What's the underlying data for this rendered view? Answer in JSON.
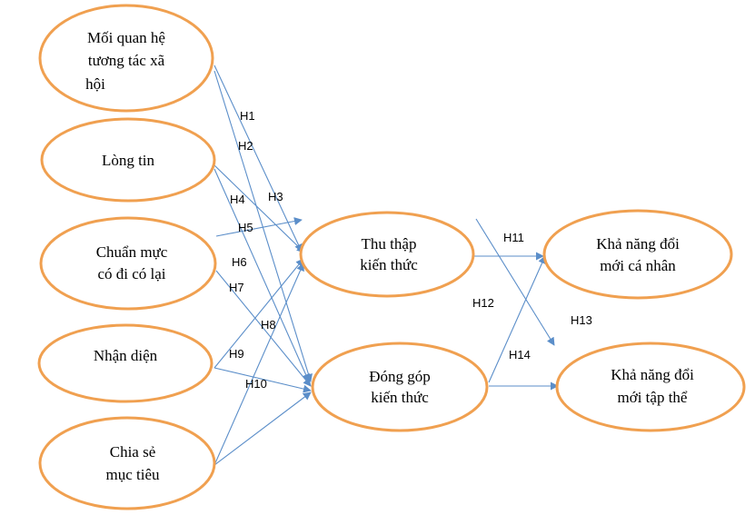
{
  "colors": {
    "node_border": "#f0a050",
    "arrow": "#5b8ec9",
    "text": "#000000",
    "background": "#ffffff"
  },
  "nodes": {
    "moi_quan_he": {
      "lines": [
        "Mối quan hệ",
        "tương tác xã",
        "hội"
      ]
    },
    "long_tin": {
      "lines": [
        "Lòng tin"
      ]
    },
    "chuan_muc": {
      "lines": [
        "Chuẩn mực",
        "có đi có lại"
      ]
    },
    "nhan_dien": {
      "lines": [
        "Nhận diện"
      ]
    },
    "chia_se": {
      "lines": [
        "Chia sẻ",
        "mục tiêu"
      ]
    },
    "thu_thap": {
      "lines": [
        "Thu thập",
        "kiến thức"
      ]
    },
    "dong_gop": {
      "lines": [
        "Đóng góp",
        "kiến thức"
      ]
    },
    "ca_nhan": {
      "lines": [
        "Khả năng đổi",
        "mới cá nhân"
      ]
    },
    "tap_the": {
      "lines": [
        "Khả năng đổi",
        "mới tập thể"
      ]
    }
  },
  "hypotheses": {
    "h1": "H1",
    "h2": "H2",
    "h3": "H3",
    "h4": "H4",
    "h5": "H5",
    "h6": "H6",
    "h7": "H7",
    "h8": "H8",
    "h9": "H9",
    "h10": "H10",
    "h11": "H11",
    "h12": "H12",
    "h13": "H13",
    "h14": "H14"
  }
}
